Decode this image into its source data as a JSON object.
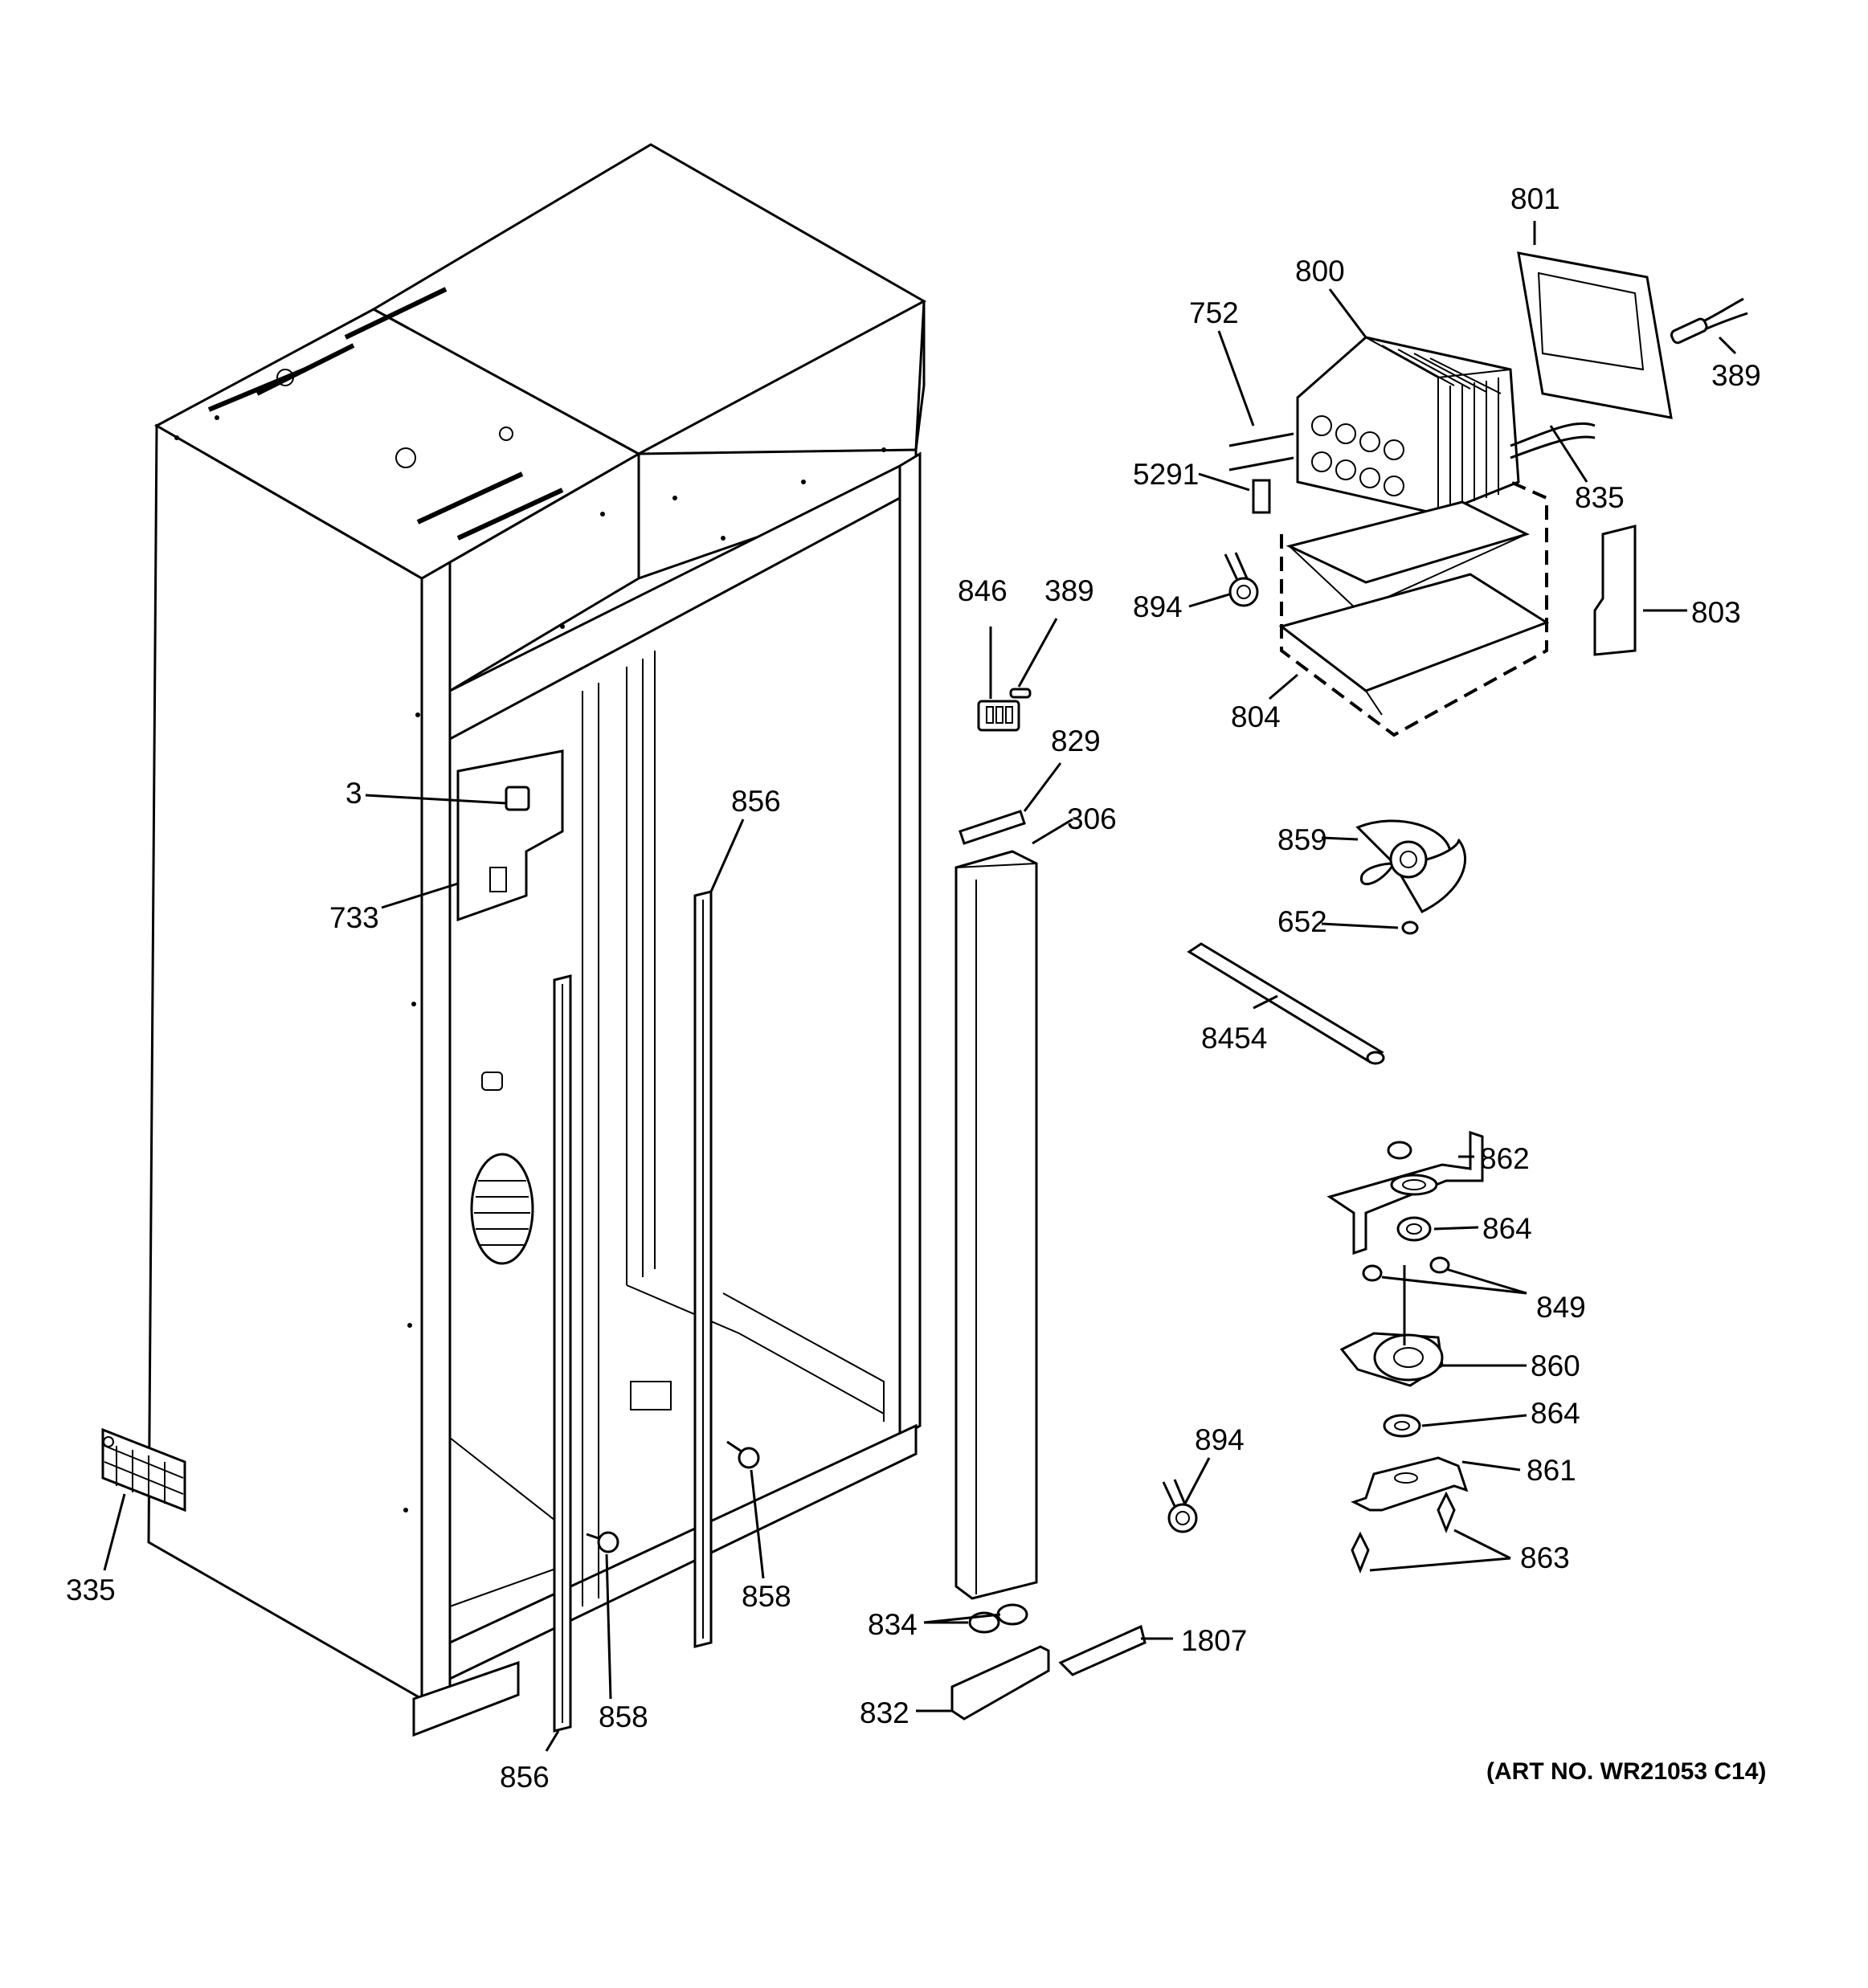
{
  "art_number": "(ART NO. WR21053 C14)",
  "callouts": {
    "c801": "801",
    "c800": "800",
    "c752": "752",
    "c389a": "389",
    "c835": "835",
    "c5291": "5291",
    "c894a": "894",
    "c803": "803",
    "c804": "804",
    "c846": "846",
    "c389b": "389",
    "c829": "829",
    "c306": "306",
    "c3": "3",
    "c856a": "856",
    "c733": "733",
    "c859": "859",
    "c652": "652",
    "c8454": "8454",
    "c862": "862",
    "c864a": "864",
    "c849": "849",
    "c860": "860",
    "c864b": "864",
    "c861": "861",
    "c863": "863",
    "c894b": "894",
    "c335": "335",
    "c858a": "858",
    "c858b": "858",
    "c856b": "856",
    "c834": "834",
    "c1807": "1807",
    "c832": "832"
  }
}
